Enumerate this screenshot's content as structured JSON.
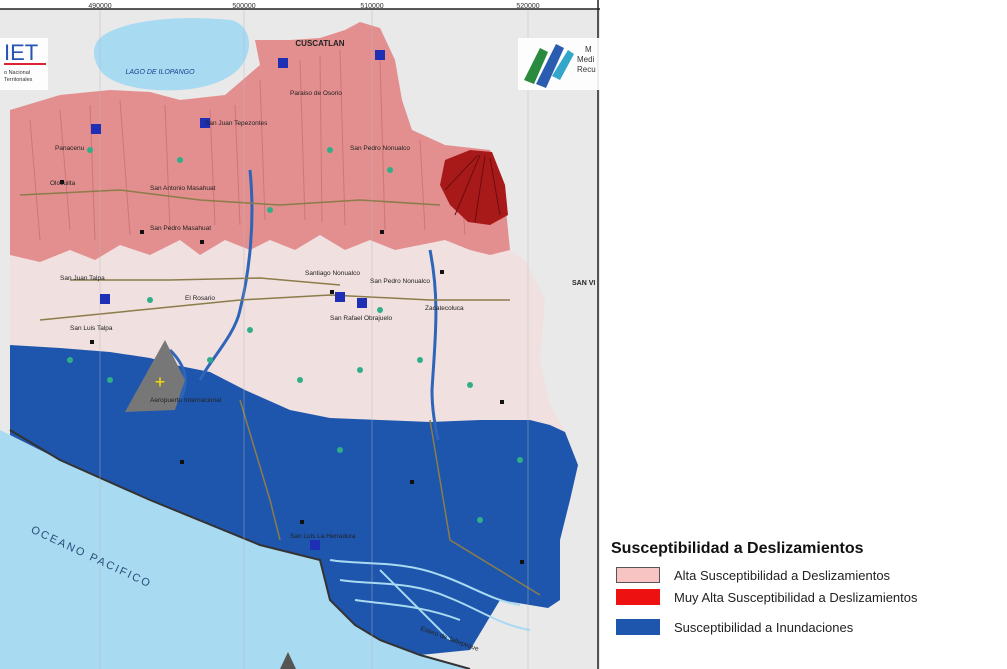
{
  "coordinates": {
    "ticks": [
      "490000",
      "500000",
      "510000",
      "520000"
    ]
  },
  "places": {
    "cuscatlan": "CUSCATLAN",
    "lago": "LAGO DE ILOPANGO",
    "san_vicente": "SAN VI",
    "oceano": "OCEANO PACIFICO",
    "towns": [
      "Panacenu",
      "San Juan Talpa",
      "San Juan Tepezontes",
      "Paraiso de Osorio",
      "San Pedro Nonualco",
      "Olocuilta",
      "San Antonio Masahuat",
      "San Pedro Masahuat",
      "El Rosario",
      "San Luis Talpa",
      "Santiago Nonualco",
      "San Rafael Obrajuelo",
      "Zacatecoluca",
      "Aeropuerto Internacional",
      "San Luis La Herradura",
      "San Pedro Nonualco",
      "Estero de Jaltepeque"
    ]
  },
  "logo": {
    "left_text": "IET",
    "left_lines": [
      "o Nacional",
      "Territoriales"
    ],
    "right_lines": [
      "M",
      "Medi",
      "Recu"
    ]
  },
  "legend": {
    "title": "Susceptibilidad a Deslizamientos",
    "items": [
      {
        "label": "Alta Susceptibilidad a Deslizamientos",
        "color": "#f7c3c3"
      },
      {
        "label": "Muy Alta Susceptibilidad a Deslizamientos",
        "color": "#ee1111"
      },
      {
        "label": "Susceptibilidad a Inundaciones",
        "color": "#1f56ad"
      }
    ]
  },
  "colors": {
    "sea": "#a8daf2",
    "land": "#e9e9e9",
    "alta": "#e89a9a",
    "muy_alta": "#a81a1a",
    "flood": "#1f56ad",
    "vegetation": "#2fae88"
  }
}
